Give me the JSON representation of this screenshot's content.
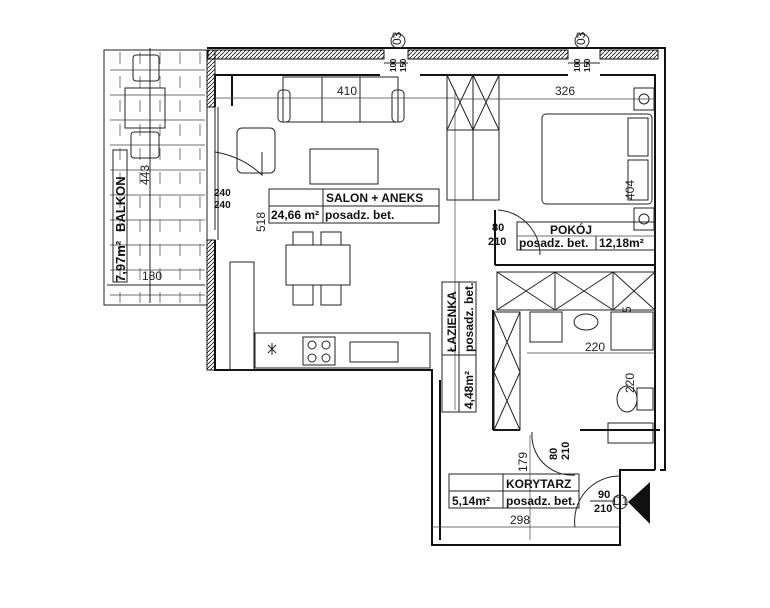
{
  "rooms": {
    "salon": {
      "name": "SALON + ANEKS",
      "area": "24,66 m²",
      "floor": "posadz. bet."
    },
    "pokoj": {
      "name": "POKÓJ",
      "area": "12,18m²",
      "floor": "posadz. bet."
    },
    "lazienka": {
      "name": "ŁAZIENKA",
      "area": "4,48m²",
      "floor": "posadz. bet."
    },
    "korytarz": {
      "name": "KORYTARZ",
      "area": "5,14m²",
      "floor": "posadz. bet."
    },
    "balkon": {
      "name": "BALKON",
      "area": "7,97m²"
    }
  },
  "dimensions": {
    "salon_width": "410",
    "pokoj_width": "326",
    "salon_depth": "518",
    "pokoj_depth": "404",
    "balkon_length": "443",
    "balkon_width": "180",
    "lazienka_width": "220",
    "lazienka_depth": "220",
    "korytarz_width": "298",
    "korytarz_depth": "179",
    "bath_small": "5"
  },
  "windows": [
    {
      "tag": "03",
      "sill": "100",
      "height": "150"
    },
    {
      "tag": "03",
      "sill": "100",
      "height": "150"
    }
  ],
  "doors": {
    "balkon": {
      "width": "240",
      "height": "240"
    },
    "pokoj": {
      "width": "80",
      "height": "210"
    },
    "lazienka": {
      "width": "80",
      "height": "210"
    },
    "entrance": {
      "width": "90",
      "height": "210",
      "tag": "D1"
    }
  }
}
